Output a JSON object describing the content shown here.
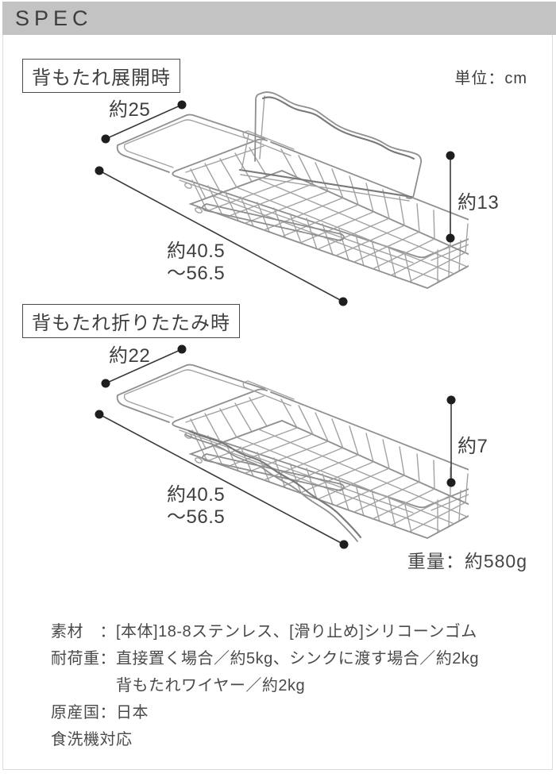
{
  "header": {
    "title": "SPEC"
  },
  "unit_note": "単位：cm",
  "weight_note": "重量：約580g",
  "sections": [
    {
      "label": "背もたれ展開時",
      "dims": {
        "top_width": "約25",
        "height": "約13",
        "length_a": "約40.5",
        "length_b": "～56.5"
      }
    },
    {
      "label": "背もたれ折りたたみ時",
      "dims": {
        "top_width": "約22",
        "height": "約7",
        "length_a": "約40.5",
        "length_b": "～56.5"
      }
    }
  ],
  "info": {
    "lines": [
      "素材　：[本体]18-8ステンレス、[滑り止め]シリコーンゴム",
      "耐荷重：直接置く場合／約5kg、シンクに渡す場合／約2kg",
      "　　　　背もたれワイヤー／約2kg",
      "原産国：日本",
      "食洗機対応"
    ]
  },
  "colors": {
    "header_bg": "#c3c3c4",
    "text_primary": "#3f3f3f",
    "text_info": "#4a4a4a",
    "wire_art": "#a2a2a2",
    "dimension_line": "#3a3a3a",
    "content_border": "#dcdcdc"
  }
}
